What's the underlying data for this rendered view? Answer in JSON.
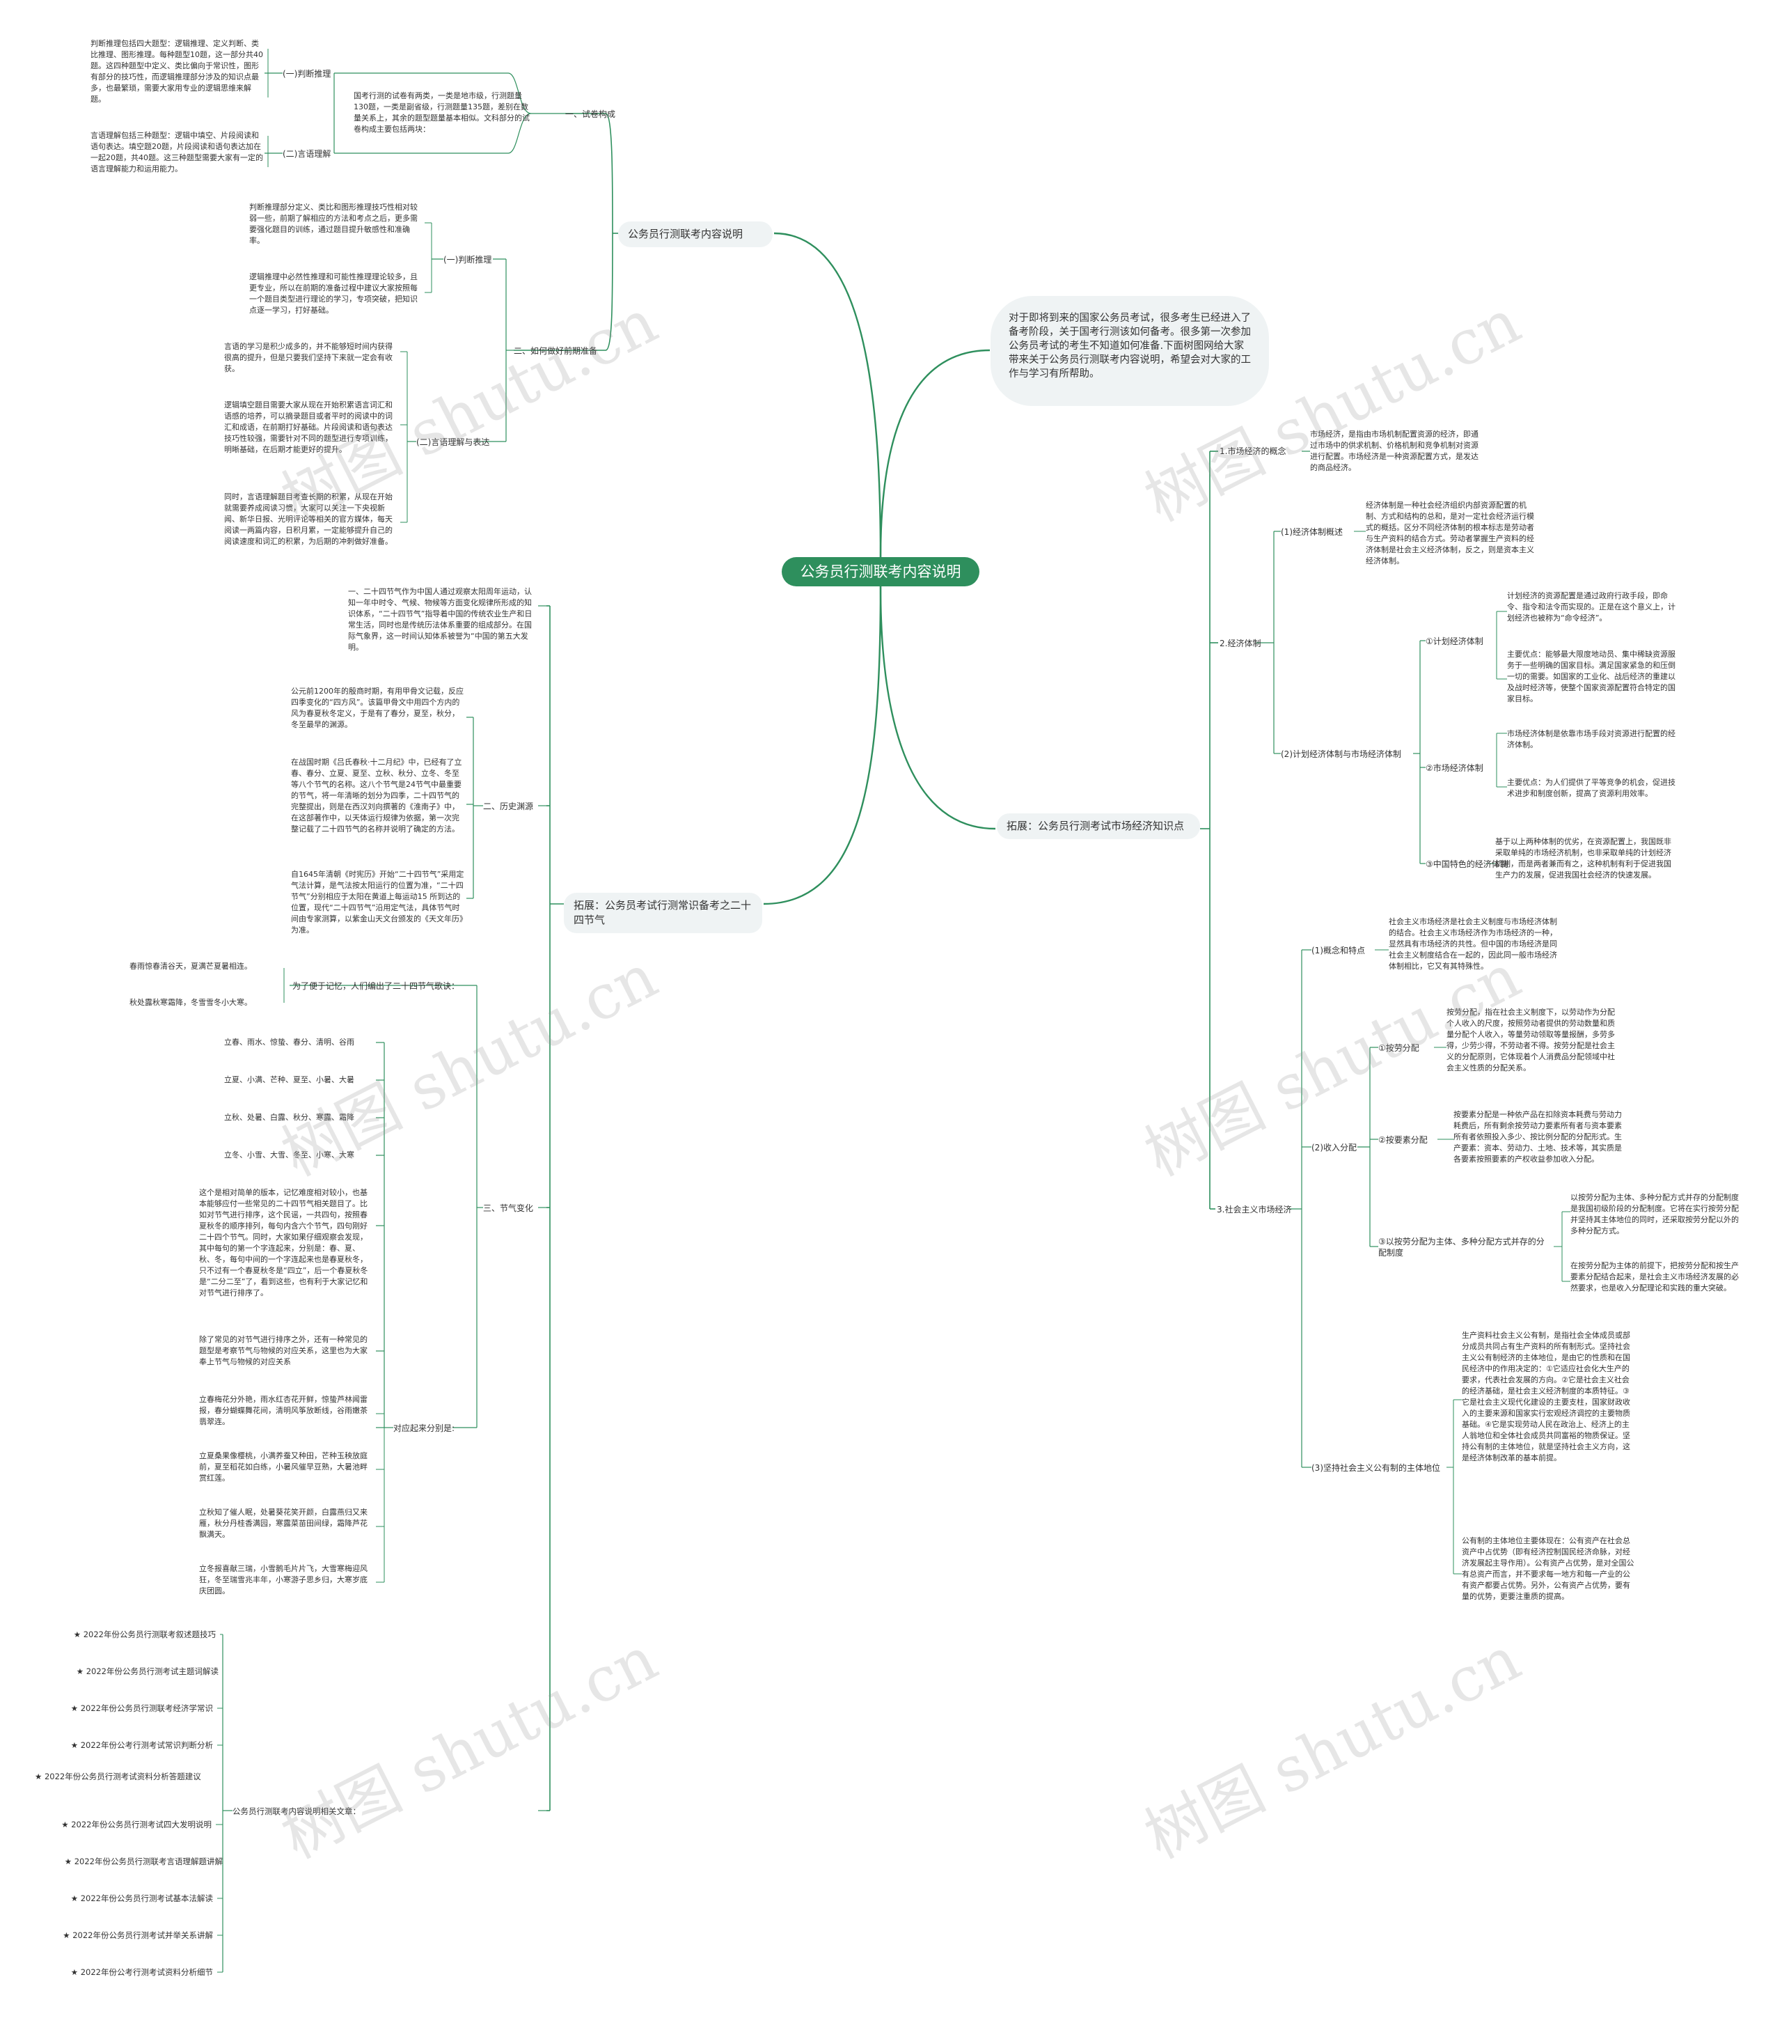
{
  "root": "公务员行测联考内容说明",
  "watermark": "树图 shutu.cn",
  "left": {
    "b1": {
      "title": "公务员行测联考内容说明",
      "s1": {
        "label": "一、试卷构成",
        "desc": "国考行测的试卷有两类，一类是地市级，行测题量130题，一类是副省级，行测题量135题，差别在数量关系上，其余的题型题量基本相似。文科部分的试卷构成主要包括两块：",
        "a": {
          "label": "(一)判断推理",
          "text": "判断推理包括四大题型：逻辑推理、定义判断、类比推理、图形推理。每种题型10题，这一部分共40题。这四种题型中定义、类比偏向于常识性，图形有部分的技巧性，而逻辑推理部分涉及的知识点最多，也最繁琐，需要大家用专业的逻辑思维来解题。"
        },
        "b": {
          "label": "(二)言语理解",
          "text": "言语理解包括三种题型：逻辑中填空、片段阅读和语句表达。填空题20题，片段阅读和语句表达加在一起20题，共40题。这三种题型需要大家有一定的语言理解能力和运用能力。"
        }
      },
      "s2": {
        "label": "二、如何做好前期准备",
        "a": {
          "label": "(一)判断推理",
          "t1": "判断推理部分定义、类比和图形推理技巧性相对较弱一些，前期了解相应的方法和考点之后，更多需要强化题目的训练，通过题目提升敏感性和准确率。",
          "t2": "逻辑推理中必然性推理和可能性推理理论较多，且更专业，所以在前期的准备过程中建议大家按照每一个题目类型进行理论的学习，专项突破，把知识点逐一学习，打好基础。"
        },
        "b": {
          "label": "(二)言语理解与表达",
          "t1": "言语的学习是积少成多的，并不能够短时间内获得很高的提升，但是只要我们坚持下来就一定会有收获。",
          "t2": "逻辑填空题目需要大家从现在开始积累语言词汇和语感的培养，可以摘录题目或者平时的阅读中的词汇和成语，在前期打好基础。片段阅读和语句表达技巧性较强，需要针对不同的题型进行专项训练，明晰基础，在后期才能更好的提升。",
          "t3": "同时，言语理解题目考查长期的积累，从现在开始就需要养成阅读习惯，大家可以关注一下央视新闻、新华日报、光明评论等相关的官方媒体，每天阅读一两篇内容，日积月累，一定能够提升自己的阅读速度和词汇的积累，为后期的冲刺做好准备。"
        }
      }
    },
    "b2": {
      "title": "拓展：公务员考试行测常识备考之二十四节气",
      "intro": "一、二十四节气作为中国人通过观察太阳周年运动，认知一年中时令、气候、物候等方面变化规律所形成的知识体系，“二十四节气”指导着中国的传统农业生产和日常生活，同时也是传统历法体系重要的组成部分。在国际气象界，这一时间认知体系被誉为“中国的第五大发明。",
      "history": {
        "label": "二、历史渊源",
        "t1": "公元前1200年的殷商时期，有用甲骨文记载，反应四季变化的“四方风”。该篇甲骨文中用四个方内的风为春夏秋冬定义，于是有了春分，夏至，秋分，冬至最早的渊源。",
        "t2": "在战国时期《吕氏春秋·十二月纪》中，已经有了立春、春分、立夏、夏至、立秋、秋分、立冬、冬至等八个节气的名称。这八个节气是24节气中最重要的节气，将一年清晰的划分为四季，二十四节气的完整提出，则是在西汉刘向撰著的《淮南子》中，在这部著作中，以天体运行规律为依据，第一次完整记载了二十四节气的名称并说明了确定的方法。",
        "t3": "自1645年清朝《时宪历》开始“二十四节气”采用定气法计算，是气法按太阳运行的位置为准，“二十四节气”分别相应于太阳在黄道上每运动15 所到达的位置，现代“二十四节气”沿用定气法，具体节气时间由专家测算，以紫金山天文台颁发的《天文年历》为准。"
      },
      "change": {
        "label": "三、节气变化",
        "mnemonic_label": "为了便于记忆，人们编出了二十四节气歌诀：",
        "m1": "春雨惊春清谷天，夏满芒夏暑相连。",
        "m2": "秋处露秋寒霜降，冬雪雪冬小大寒。",
        "seasons": [
          "立春、雨水、惊蛰、春分、清明、谷雨",
          "立夏、小满、芒种、夏至、小暑、大暑",
          "立秋、处暑、白露、秋分、寒露、霜降",
          "立冬、小雪、大雪、冬至、小寒、大寒"
        ],
        "explain": "这个是相对简单的版本，记忆难度相对较小，也基本能够应付一些常见的二十四节气相关题目了。比如对节气进行排序，这个民谣，一共四句，按照春夏秋冬的顺序排列，每句内含六个节气，四句刚好二十四个节气。同时，大家如果仔细观察会发现，其中每句的第一个字连起来，分别是：春、夏、秋、冬，每句中间的一个字连起来也是春夏秋冬，只不过有一个春夏秋冬是“四立”，后一个春夏秋冬是“二分二至”了，看到这些，也有利于大家记忆和对节气进行排序了。",
        "pairs": "除了常见的对节气进行排序之外，还有一种常见的题型是考察节气与物候的对应关系，这里也为大家奉上节气与物候的对应关系",
        "pairs_label": "对应起来分别是:",
        "poems": [
          "立春梅花分外艳，雨水红杏花开鲜，惊蛰芦林闻雷报，春分蝴蝶舞花间，清明风筝放断线，谷雨嫩茶翡翠连。",
          "立夏桑果像樱桃，小满养蚕又种田，芒种玉秧放庭前，夏至稻花如白练，小暑风催早豆熟，大暑池畔赏红莲。",
          "立秋知了催人眠，处暑葵花笑开颜，白露燕归又来雁，秋分丹桂香满园，寒露菜苗田间绿，霜降芦花飘满天。",
          "立冬报喜献三瑞，小雪鹅毛片片飞，大雪寒梅迎风狂，冬至瑞雪兆丰年，小寒游子思乡归，大寒岁底庆团圆。"
        ]
      },
      "related": {
        "label": "公务员行测联考内容说明相关文章：",
        "items": [
          "★ 2022年份公务员行测联考叙述题技巧",
          "★ 2022年份公务员行测考试主题词解读",
          "★ 2022年份公务员行测联考经济学常识",
          "★ 2022年份公考行测考试常识判断分析",
          "★ 2022年份公务员行测考试资料分析答题建议",
          "★ 2022年份公务员行测考试四大发明说明",
          "★ 2022年份公务员行测联考言语理解题讲解",
          "★ 2022年份公务员行测考试基本法解读",
          "★ 2022年份公务员行测考试并举关系讲解",
          "★ 2022年份公考行测考试资料分析细节"
        ]
      }
    }
  },
  "right": {
    "intro": "对于即将到来的国家公务员考试，很多考生已经进入了备考阶段，关于国考行测该如何备考。很多第一次参加公务员考试的考生不知道如何准备.下面树图网给大家带来关于公务员行测联考内容说明，希望会对大家的工作与学习有所帮助。",
    "b2": {
      "title": "拓展：公务员行测考试市场经济知识点",
      "c1": {
        "label": "1.市场经济的概念",
        "text": "市场经济，是指由市场机制配置资源的经济，即通过市场中的供求机制、价格机制和竞争机制对资源进行配置。市场经济是一种资源配置方式，是发达的商品经济。"
      },
      "c2": {
        "label": "2.经济体制",
        "overview_label": "(1)经济体制概述",
        "overview": "经济体制是一种社会经济组织内部资源配置的机制、方式和结构的总和，是对一定社会经济运行模式的概括。区分不同经济体制的根本标志是劳动者与生产资料的结合方式。劳动者掌握生产资料的经济体制是社会主义经济体制，反之，则是资本主义经济体制。",
        "cmp_label": "(2)计划经济体制与市场经济体制",
        "plan_label": "①计划经济体制",
        "plan1": "计划经济的资源配置是通过政府行政手段，即命令、指令和法令而实现的。正是在这个意义上，计划经济也被称为“命令经济”。",
        "plan2": "主要优点：能够最大限度地动员、集中稀缺资源服务于一些明确的国家目标。满足国家紧急的和压倒一切的需要。如国家的工业化、战后经济的重建以及战时经济等，使整个国家资源配置符合特定的国家目标。",
        "market_label": "②市场经济体制",
        "market1": "市场经济体制是依靠市场手段对资源进行配置的经济体制。",
        "market2": "主要优点：为人们提供了平等竞争的机会，促进技术进步和制度创新，提高了资源利用效率。",
        "cn_label": "③中国特色的经济体制",
        "cn": "基于以上两种体制的优劣，在资源配置上，我国既非采取单纯的市场经济机制，也非采取单纯的计划经济机制，而是两者兼而有之，这种机制有利于促进我国生产力的发展，促进我国社会经济的快速发展。"
      },
      "c3": {
        "label": "3.社会主义市场经济",
        "f_label": "(1)概念和特点",
        "f": "社会主义市场经济是社会主义制度与市场经济体制的结合。社会主义市场经济作为市场经济的一种，显然具有市场经济的共性。但中国的市场经济是同社会主义制度结合在一起的，因此同一般市场经济体制相比，它又有其特殊性。",
        "d_label": "(2)收入分配",
        "d1_label": "①按劳分配",
        "d1": "按劳分配，指在社会主义制度下，以劳动作为分配个人收入的尺度，按照劳动者提供的劳动数量和质量分配个人收入，等量劳动领取等量报酬，多劳多得，少劳少得，不劳动者不得。按劳分配是社会主义的分配原则，它体现着个人消费品分配领域中社会主义性质的分配关系。",
        "d2_label": "②按要素分配",
        "d2": "按要素分配是一种依产品在扣除资本耗费与劳动力耗费后，所有剩余按劳动力要素所有者与资本要素所有者依照投入多少、按比例分配的分配形式。生产要素：资本、劳动力、土地、技术等，其实质是各要素按照要素的产权收益参加收入分配。",
        "d3_label": "③以按劳分配为主体、多种分配方式并存的分配制度",
        "d3a": "以按劳分配为主体、多种分配方式并存的分配制度是我国初级阶段的分配制度。它将在实行按劳分配并坚持其主体地位的同时，还采取按劳分配以外的多种分配方式。",
        "d3b": "在按劳分配为主体的前提下，把按劳分配和按生产要素分配结合起来，是社会主义市场经济发展的必然要求，也是收入分配理论和实践的重大突破。",
        "o_label": "(3)坚持社会主义公有制的主体地位",
        "o1": "生产资料社会主义公有制，是指社会全体成员或部分成员共同占有生产资料的所有制形式。坚持社会主义公有制经济的主体地位，是由它的性质和在国民经济中的作用决定的：①它适应社会化大生产的要求，代表社会发展的方向。②它是社会主义社会的经济基础，是社会主义经济制度的本质特征。③它是社会主义现代化建设的主要支柱，国家财政收入的主要来源和国家实行宏观经济调控的主要物质基础。④它是实现劳动人民在政治上、经济上的主人翁地位和全体社会成员共同富裕的物质保证。坚持公有制的主体地位，就是坚持社会主义方向，这是经济体制改革的基本前提。",
        "o2": "公有制的主体地位主要体现在：公有资产在社会总资产中占优势（即有经济控制国民经济命脉，对经济发展起主导作用）。公有资产占优势，是对全国公有总资产而言，并不要求每一地方和每一产业的公有资产都要占优势。另外，公有资产占优势，要有量的优势，更要注重质的提高。"
      }
    }
  }
}
